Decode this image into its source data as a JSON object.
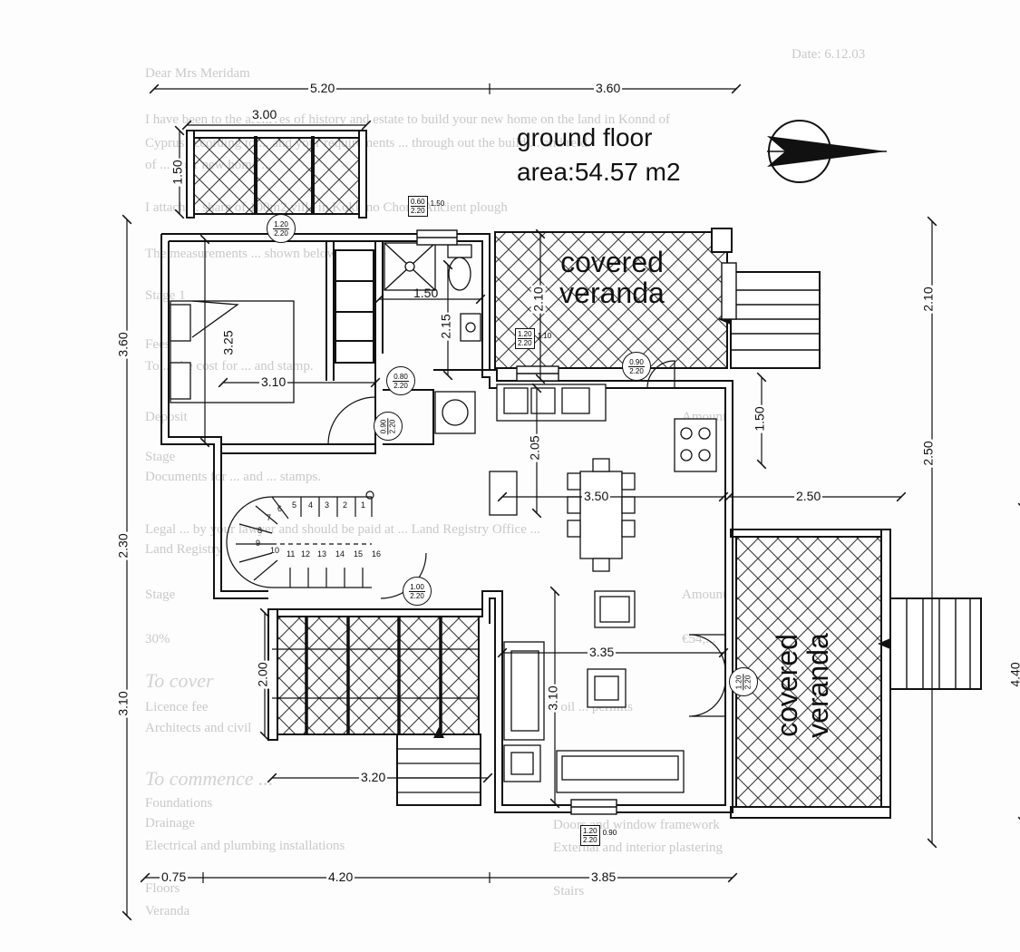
{
  "document_ghost": {
    "date": "Date: 6.12.03",
    "salutation": "Dear Mrs Meridam",
    "para1_line1": "I have been to the archives of history and estate to build your new home on the land in Konnd of",
    "para1_line2": "Cyprus according to ... and your requirements ... through out the build ... and reid",
    "para1_line3": "of ... your new home ...",
    "para2_line1": "I attach ... share of 100m2 villa in Kokkino Chorio Ancient plough",
    "para2_line2": "The measurements ... shown below.",
    "s1": "Stage 1",
    "s2": "Fees",
    "s3": "To ... the cost for ... and stamp.",
    "s4": "Deposit",
    "s5": "Amount",
    "s6": "Stage",
    "s7": "Documents for ... and ... stamps.",
    "s8": "Legal ... by your lawyer and should be paid at ... Land Registry Office ...",
    "s9": "Land Registry",
    "s10": "Stage",
    "s11": "Amount",
    "s12": "30%",
    "s13": "€54,...",
    "cover_heading": "To cover",
    "s14": "Licence fee",
    "s15": "Architects and civil",
    "s16": "Soil ... permits",
    "commence_heading": "To commence ...",
    "s17": "Foundations",
    "s18": "Drainage",
    "s19": "Electrical and plumbing installations",
    "s20": "Floors",
    "s21": "Veranda",
    "s22": "Doors and window framework",
    "s23": "External and interior plastering",
    "s24": "Stairs"
  },
  "plan": {
    "title_line1": "ground floor",
    "title_line2": "area:54.57 m2",
    "veranda_top": [
      "covered",
      "veranda"
    ],
    "veranda_right": [
      "covered",
      "veranda"
    ],
    "dimensions": {
      "top_left": "5.20",
      "top_right": "3.60",
      "bedroom_balcony_width": "3.00",
      "bedroom_balcony_depth": "1.50",
      "left_upper": "3.60",
      "left_middle": "2.30",
      "left_lower": "3.10",
      "right_upper": "2.10",
      "right_middle": "2.50",
      "right_lower": "4.40",
      "bedroom_length": "3.25",
      "bedroom_width": "3.10",
      "shower_width": "1.50",
      "bath_depth": "2.15",
      "veranda_top_depth": "2.10",
      "kitchen_depth": "2.05",
      "kitchen_hob_depth": "1.50",
      "dining_width": "3.50",
      "veranda_right_width": "2.50",
      "living_width": "3.35",
      "living_depth": "3.10",
      "stairs_balcony_depth": "2.00",
      "bottom_stairs_width": "3.20",
      "bottom_left": "0.75",
      "bottom_middle": "4.20",
      "bottom_right": "3.85"
    },
    "openings": {
      "bedroom_window": [
        "1.20",
        "2.20"
      ],
      "bath_window": [
        "0.60",
        "2.20"
      ],
      "bath_window_side": "1.50",
      "bath_door": [
        "0.80",
        "2.20"
      ],
      "bedroom_door": [
        "0.90",
        "2.20"
      ],
      "kitchen_window": [
        "1.20",
        "2.20"
      ],
      "kitchen_window_side": "1.10",
      "veranda_door": [
        "0.90",
        "2.20"
      ],
      "entrance_door": [
        "1.00",
        "2.20"
      ],
      "living_door": [
        "1.20",
        "2.20"
      ],
      "living_window": [
        "1.20",
        "2.20"
      ],
      "living_window_side": "0.90"
    },
    "stair_steps": [
      "1",
      "2",
      "3",
      "4",
      "5",
      "6",
      "7",
      "8",
      "9",
      "10",
      "11",
      "12",
      "13",
      "14",
      "15",
      "16"
    ]
  },
  "colors": {
    "ink": "#111111",
    "ghost_text": "#c9c9c9",
    "paper": "#fdfdfd"
  }
}
